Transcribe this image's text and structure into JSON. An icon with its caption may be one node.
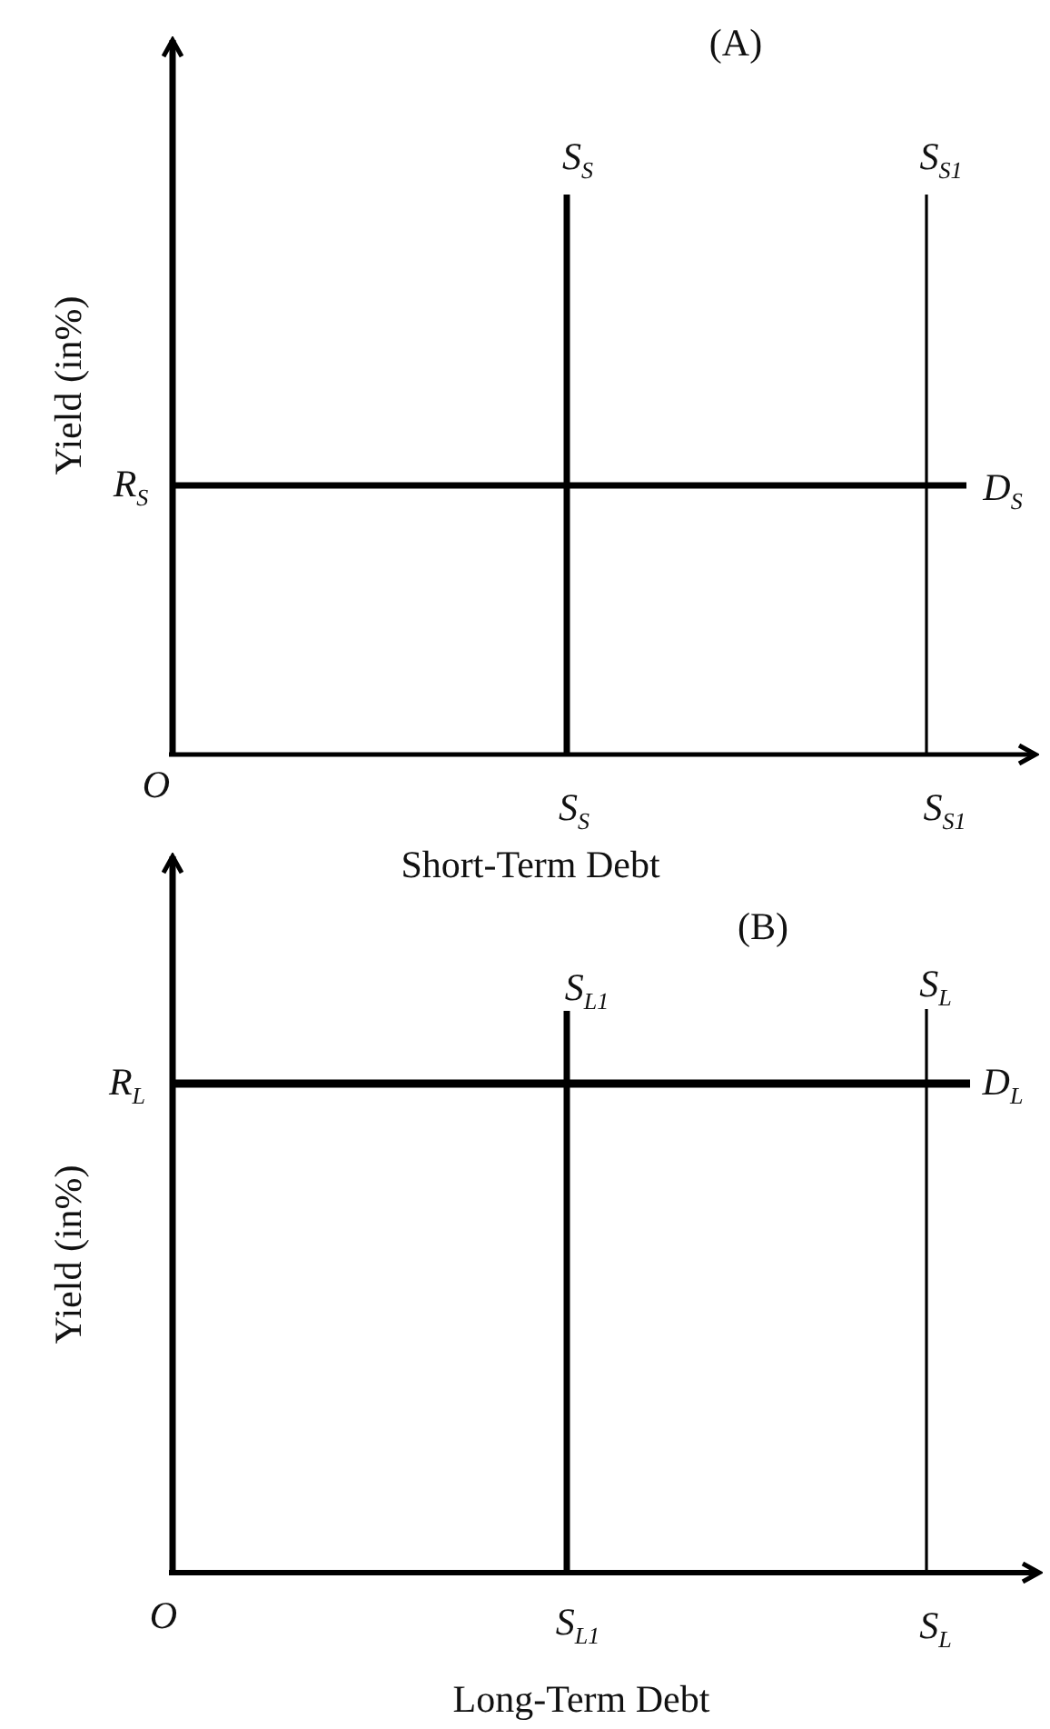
{
  "diagram": {
    "labels": [
      "(A)",
      "S$_{S}$",
      "S$_{S1}$",
      "Yield (in%)",
      "R$_{S}$",
      "D$_{S}$",
      "O",
      "S$_{S}$",
      "S$_{S1}$",
      "Short-Term Debt",
      "(B)",
      "S$_{L1}$",
      "S$_{L}$",
      "R$_{L}$",
      "D$_{L}$",
      "Yield (in%)",
      "O",
      "S$_{L1}$",
      "S$_{L}$",
      "Long-Term Debt"
    ]
  }
}
